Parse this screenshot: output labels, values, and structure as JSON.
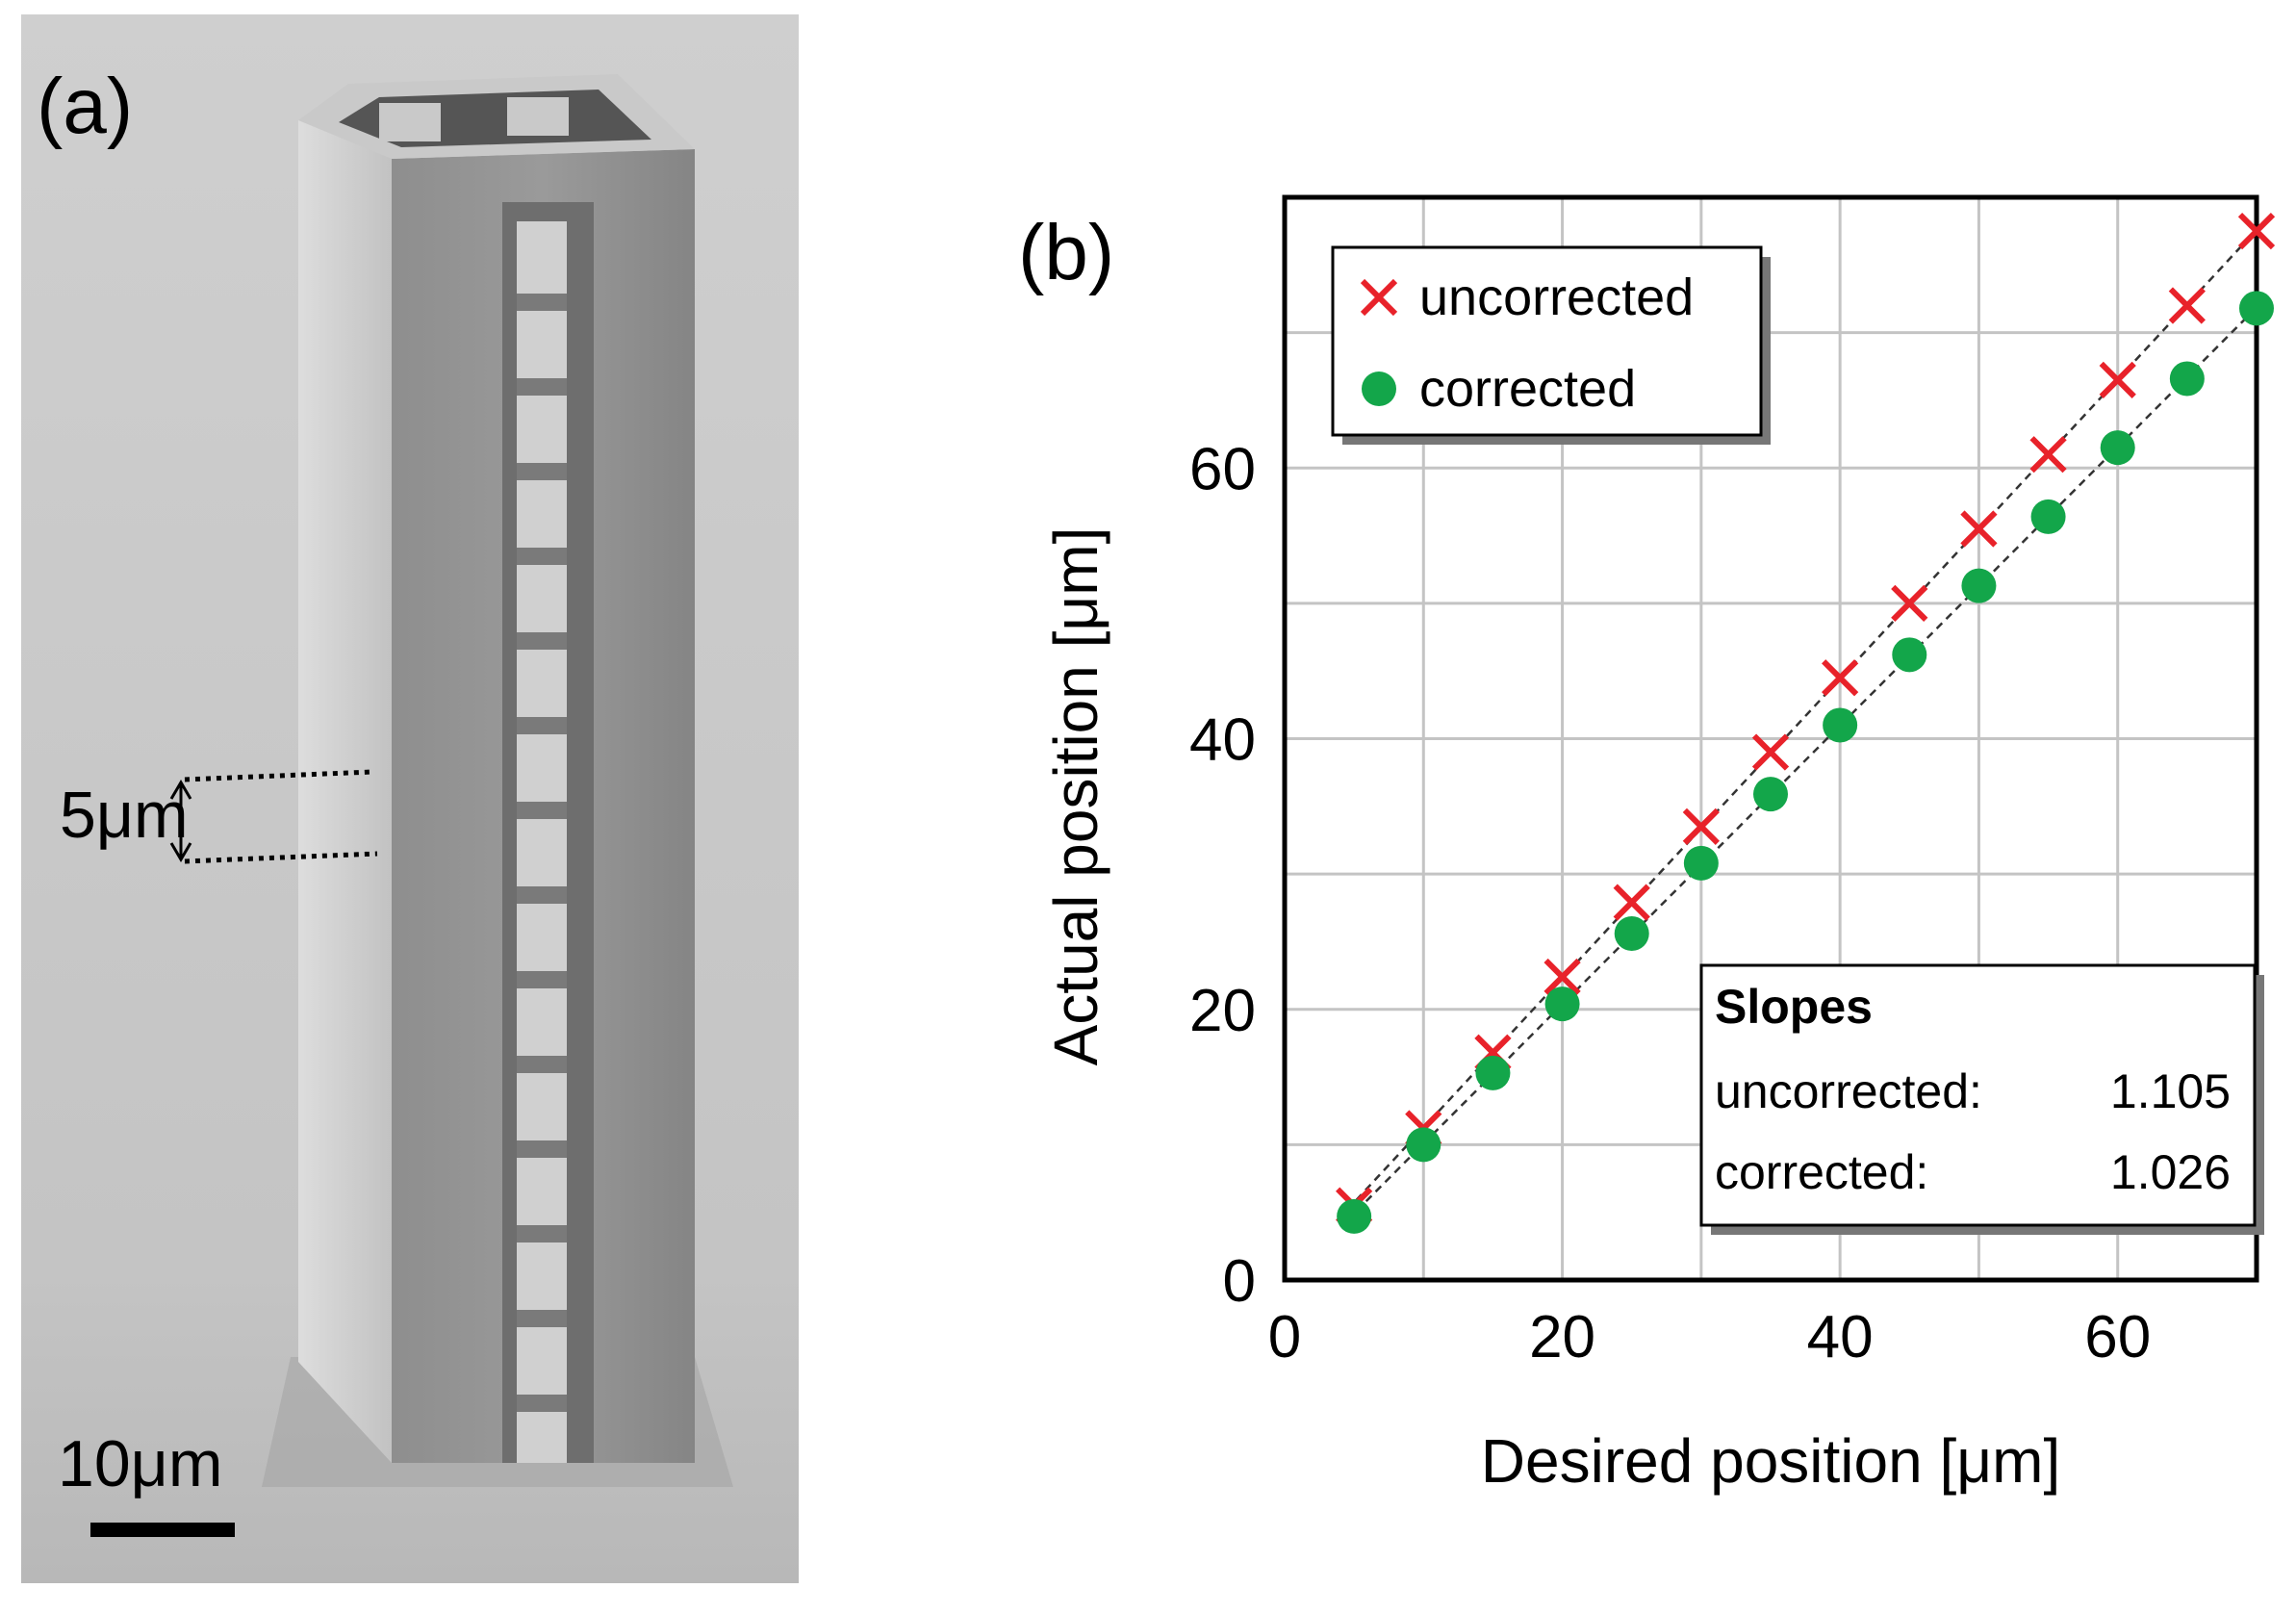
{
  "panel_a": {
    "label": "(a)",
    "scale_small": "5μm",
    "scale_bar": "10μm"
  },
  "panel_b": {
    "label": "(b)"
  },
  "chart_data": {
    "type": "scatter",
    "title": "",
    "xlabel": "Desired position [μm]",
    "ylabel": "Actual position [μm]",
    "xlim": [
      0,
      70
    ],
    "ylim": [
      0,
      80
    ],
    "xticks": [
      0,
      20,
      40,
      60
    ],
    "yticks": [
      0,
      20,
      40,
      60
    ],
    "grid": true,
    "grid_x_step": 10,
    "grid_y_step": 10,
    "legend_position": "top-left",
    "series": [
      {
        "name": "uncorrected",
        "marker": "x",
        "color": "#e8222a",
        "x": [
          5,
          10,
          15,
          20,
          25,
          30,
          35,
          40,
          45,
          50,
          55,
          60,
          65,
          70
        ],
        "y": [
          5.5,
          11.2,
          16.8,
          22.4,
          27.9,
          33.5,
          39.0,
          44.5,
          50.0,
          55.5,
          61.0,
          66.5,
          72.0,
          77.5
        ]
      },
      {
        "name": "corrected",
        "marker": "circle",
        "color": "#13a64a",
        "x": [
          5,
          10,
          15,
          20,
          25,
          30,
          35,
          40,
          45,
          50,
          55,
          60,
          65,
          70
        ],
        "y": [
          4.7,
          10.0,
          15.3,
          20.4,
          25.6,
          30.8,
          35.9,
          41.0,
          46.2,
          51.3,
          56.4,
          61.5,
          66.6,
          71.8
        ]
      }
    ],
    "annotation": {
      "title": "Slopes",
      "rows": [
        {
          "label": "uncorrected:",
          "value": "1.105"
        },
        {
          "label": "corrected:",
          "value": "1.026"
        }
      ]
    }
  }
}
